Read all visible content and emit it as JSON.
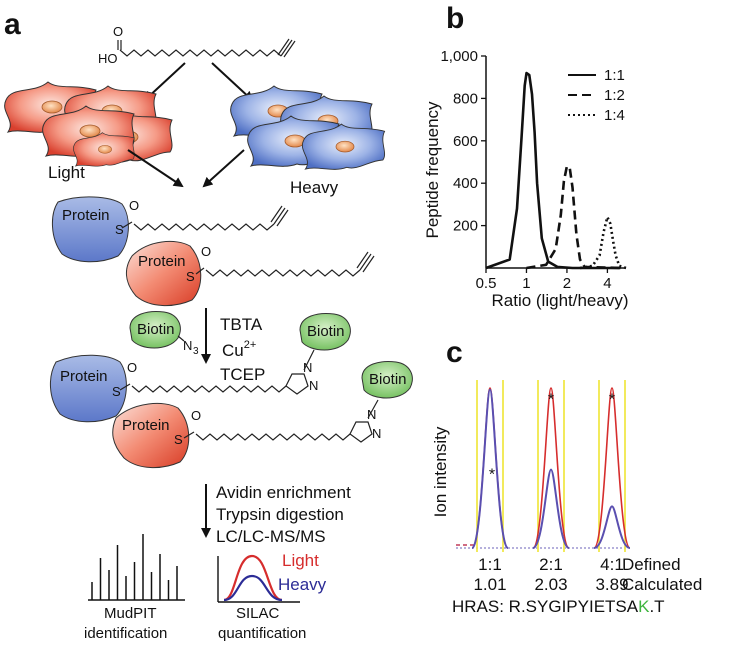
{
  "panels": {
    "a": "a",
    "b": "b",
    "c": "c"
  },
  "panel_a": {
    "acid": {
      "ho": "HO",
      "o": "O"
    },
    "cells": {
      "light": "Light",
      "heavy": "Heavy"
    },
    "protein": "Protein",
    "sulfur": "S",
    "carbonyl_o": "O",
    "biotin": "Biotin",
    "azide_n": "N",
    "azide_sub": "3",
    "triazole_n": "N",
    "click_reagents": {
      "r1": "TBTA",
      "r2_base": "Cu",
      "r2_sup": "2+",
      "r3": "TCEP"
    },
    "steps": [
      "Avidin enrichment",
      "Trypsin digestion",
      "LC/LC-MS/MS"
    ],
    "mudpit": {
      "line1": "MudPIT",
      "line2": "identification"
    },
    "silac": {
      "line1": "SILAC",
      "line2": "quantification",
      "light": "Light",
      "heavy": "Heavy"
    },
    "colors": {
      "light_cell": "#e8604c",
      "heavy_cell": "#6f8fd4",
      "biotin": "#7dc96a",
      "light_trace": "#d62d2d",
      "heavy_trace": "#2c2c96"
    }
  },
  "chart_data": [
    {
      "type": "line",
      "panel": "b",
      "ylabel": "Peptide frequency",
      "xlabel": "Ratio (light/heavy)",
      "x_scale": "log2",
      "xlim": [
        0.5,
        5.5
      ],
      "ylim": [
        0,
        1000
      ],
      "x_ticks": [
        "0.5",
        "1",
        "2",
        "4"
      ],
      "y_ticks": [
        "200",
        "400",
        "600",
        "800",
        "1,000"
      ],
      "legend": "top-right",
      "series": [
        {
          "name": "1:1",
          "style": "solid",
          "x": [
            0.5,
            0.75,
            0.85,
            0.92,
            0.97,
            1.0,
            1.05,
            1.1,
            1.15,
            1.2,
            1.3,
            1.45,
            1.7,
            2.2,
            5.0
          ],
          "y": [
            0,
            40,
            280,
            620,
            860,
            920,
            910,
            820,
            640,
            400,
            140,
            30,
            5,
            0,
            0
          ]
        },
        {
          "name": "1:2",
          "style": "dashed",
          "x": [
            1.0,
            1.4,
            1.65,
            1.8,
            1.9,
            2.0,
            2.1,
            2.2,
            2.35,
            2.5,
            2.7,
            5.0
          ],
          "y": [
            0,
            15,
            90,
            250,
            410,
            480,
            470,
            380,
            160,
            40,
            5,
            0
          ]
        },
        {
          "name": "1:4",
          "style": "dotted",
          "x": [
            2.5,
            3.1,
            3.5,
            3.75,
            4.0,
            4.2,
            4.4,
            4.6,
            4.9,
            5.5
          ],
          "y": [
            0,
            10,
            60,
            170,
            240,
            210,
            130,
            60,
            10,
            0
          ]
        }
      ]
    },
    {
      "type": "line",
      "panel": "c",
      "ylabel": "Ion intensity",
      "groups": [
        {
          "defined": "1:1",
          "calculated": "1.01"
        },
        {
          "defined": "2:1",
          "calculated": "2.03"
        },
        {
          "defined": "4:1",
          "calculated": "3.89"
        }
      ],
      "row_labels": {
        "defined": "Defined",
        "calculated": "Calculated"
      },
      "peptide": {
        "prefix": "HRAS: R.SYGIPYIETSA",
        "highlight": "K",
        "suffix": ".T",
        "highlight_color": "#3fb43f"
      },
      "marker": "*"
    }
  ]
}
